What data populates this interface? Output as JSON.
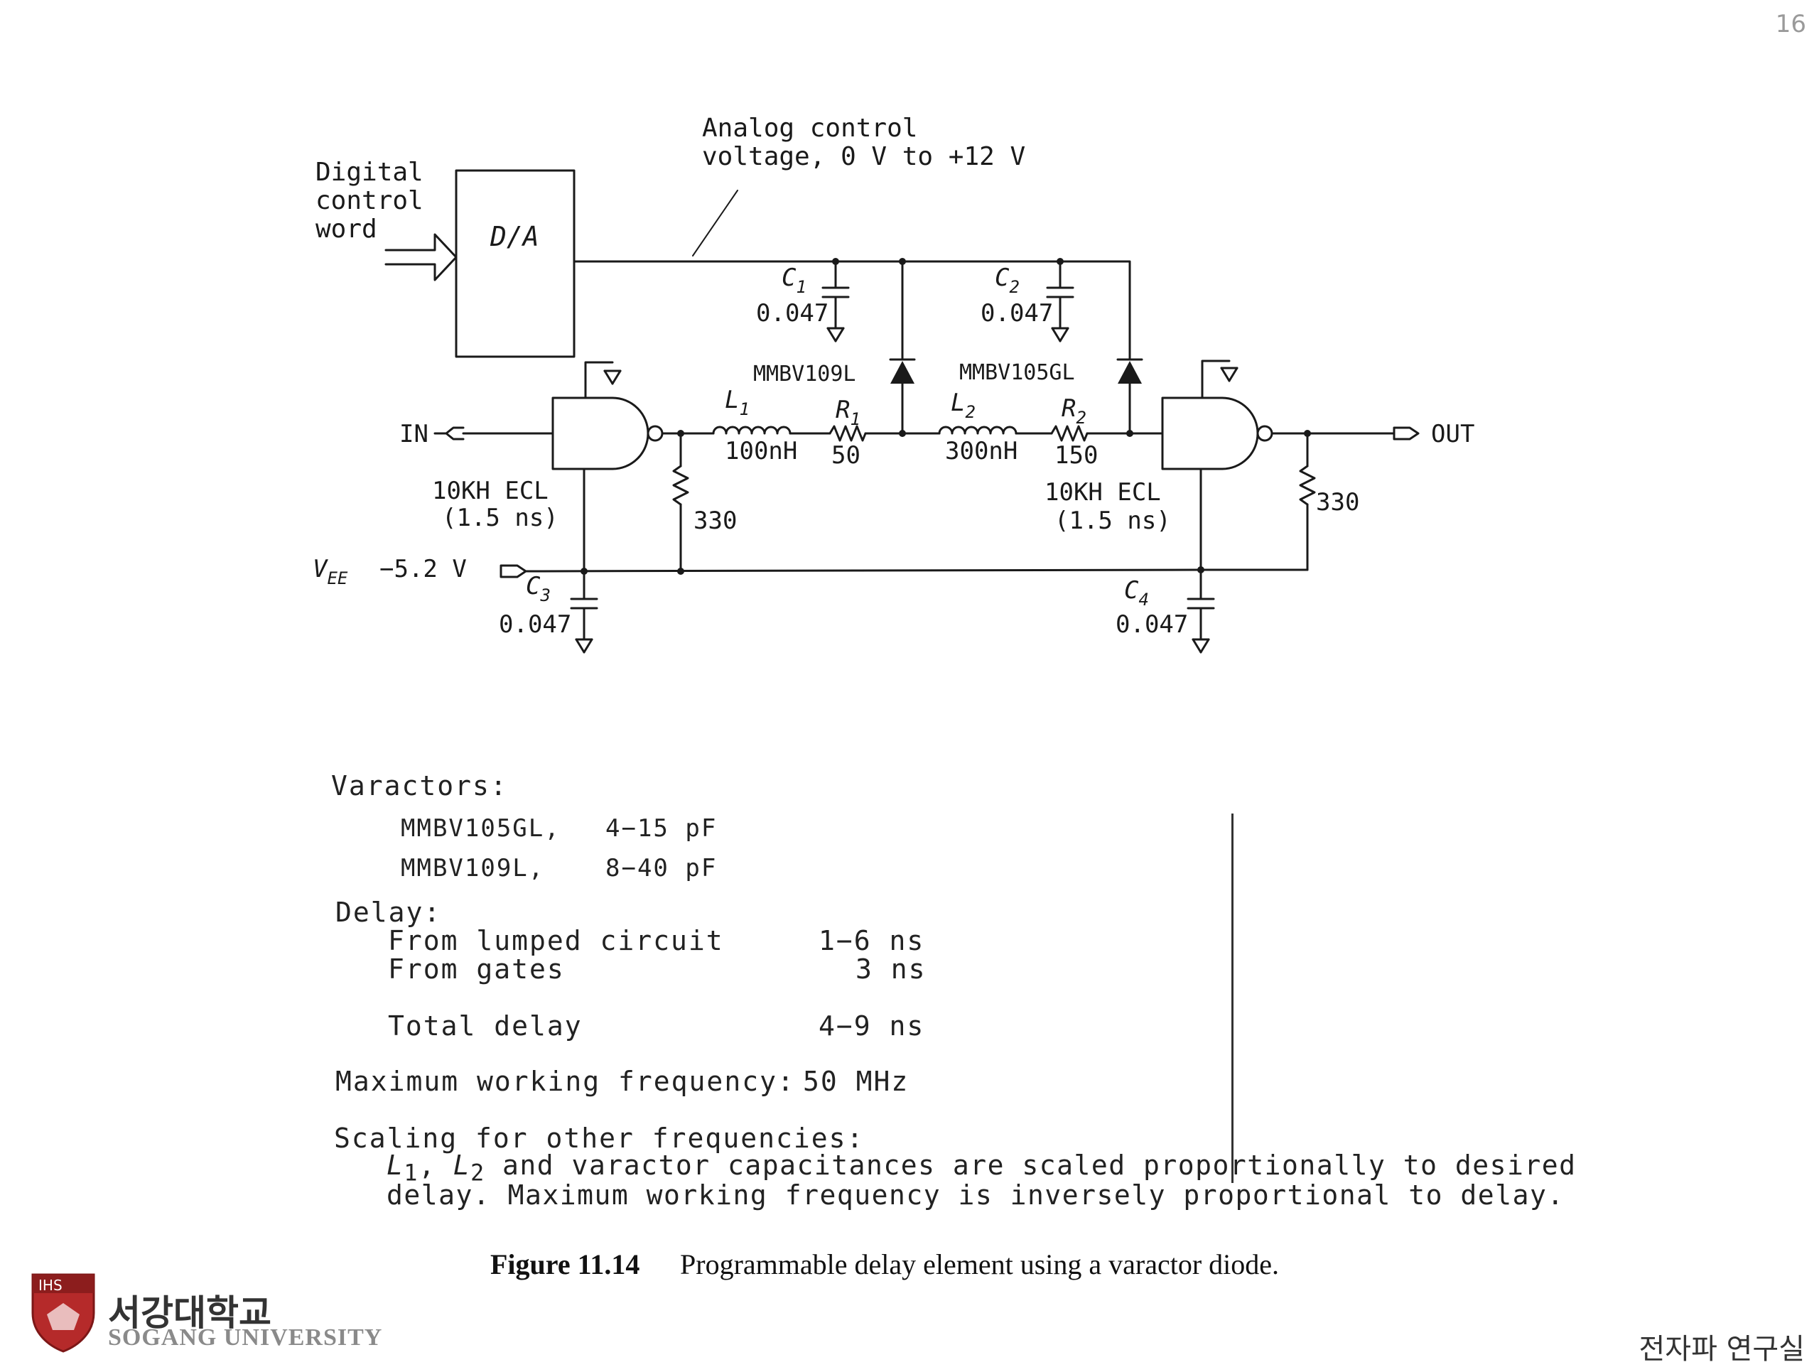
{
  "page_number": "16",
  "schematic": {
    "labels": {
      "digital1": "Digital",
      "digital2": "control",
      "digital3": "word",
      "da": "D/A",
      "analog1": "Analog control",
      "analog2": "voltage, 0 V to +12 V",
      "c1": "C",
      "c1_sub": "1",
      "c1_val": "0.047",
      "c2": "C",
      "c2_sub": "2",
      "c2_val": "0.047",
      "d1": "MMBV109L",
      "d2": "MMBV105GL",
      "l1": "L",
      "l1_sub": "1",
      "l1_val": "100nH",
      "r1": "R",
      "r1_sub": "1",
      "r1_val": "50",
      "l2": "L",
      "l2_sub": "2",
      "l2_val": "300nH",
      "r2": "R",
      "r2_sub": "2",
      "r2_val": "150",
      "in": "IN",
      "out": "OUT",
      "g1a": "10KH ECL",
      "g1b": "(1.5 ns)",
      "g2a": "10KH ECL",
      "g2b": "(1.5 ns)",
      "rmid": "330",
      "rout": "330",
      "vee": "V",
      "vee_sub": "EE",
      "vee_val": "−5.2 V",
      "c3": "C",
      "c3_sub": "3",
      "c3_val": "0.047",
      "c4": "C",
      "c4_sub": "4",
      "c4_val": "0.047"
    }
  },
  "specs": {
    "varactors_heading": "Varactors:",
    "varactor1_name": "MMBV105GL,",
    "varactor1_range": "4−15 pF",
    "varactor2_name": "MMBV109L,",
    "varactor2_range": "8−40 pF",
    "delay_heading": "Delay:",
    "lumped_label": "From lumped circuit",
    "lumped_value": "1−6 ns",
    "gates_label": "From gates",
    "gates_value": "3 ns",
    "total_label": "Total delay",
    "total_value": "4−9 ns",
    "maxfreq_label": "Maximum working frequency:",
    "maxfreq_value": "50 MHz",
    "scaling_heading": "Scaling for other frequencies:",
    "scaling_l": "L",
    "scaling_l1_sub": "1",
    "scaling_sep": ", ",
    "scaling_l2_sub": "2",
    "scaling_line1_rest": " and varactor capacitances are scaled proportionally to desired",
    "scaling_line2": "delay. Maximum working frequency is inversely proportional to delay."
  },
  "caption": {
    "figure_number": "Figure 11.14",
    "text": "Programmable delay element using a varactor diode."
  },
  "footer": {
    "logo_text": "IHS",
    "university_korean": "서강대학교",
    "university_english": "SOGANG UNIVERSITY",
    "lab_name": "전자파 연구실"
  }
}
